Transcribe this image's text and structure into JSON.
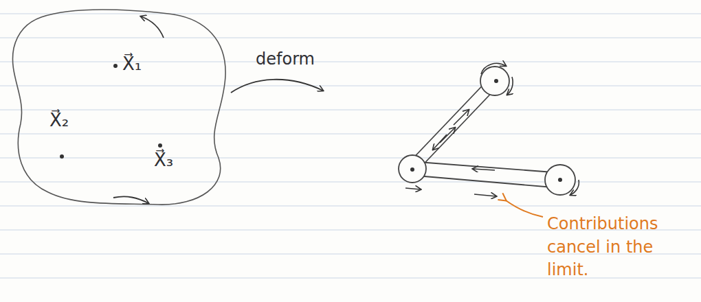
{
  "diagram": {
    "labels": [
      "X⃗₁",
      "X⃗₂",
      "X⃗₃",
      "deform",
      "Contributions cancel in the limit."
    ]
  }
}
